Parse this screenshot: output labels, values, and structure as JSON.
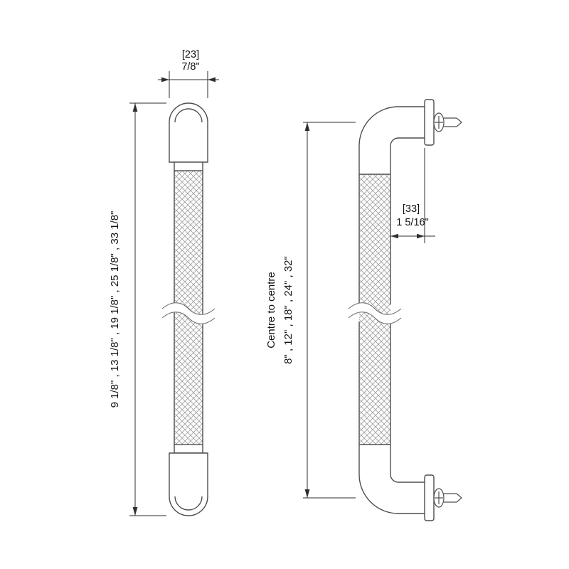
{
  "colors": {
    "background": "#ffffff",
    "outline": "#4d4d4d",
    "dimension_line": "#2e2e2e",
    "text": "#111111",
    "knurl": "#909090"
  },
  "dimensions": {
    "width": {
      "metric": "[23]",
      "imperial": "7/8\""
    },
    "overall_length": {
      "values": "9 1/8\" , 13 1/8\" , 19 1/8\" , 25 1/8\" , 33 1/8\""
    },
    "centre_to_centre": {
      "label": "Centre to centre",
      "values": "8\" , 12\" , 18\" , 24\" , 32\""
    },
    "projection": {
      "metric": "[33]",
      "imperial": "1 5/16\""
    }
  }
}
